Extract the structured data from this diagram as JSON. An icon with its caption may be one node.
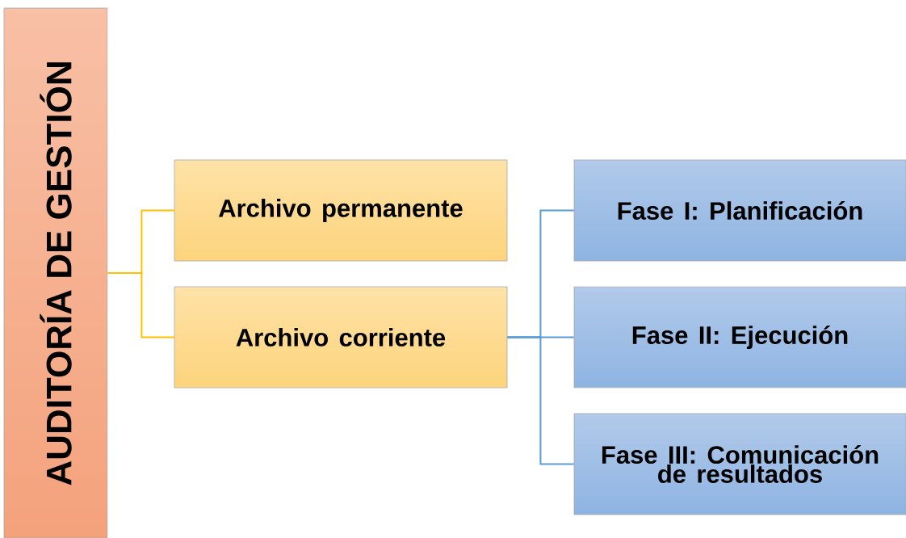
{
  "diagram": {
    "nodes": [
      {
        "text": [
          "AUDITORÍA DE GESTIÓN"
        ]
      },
      {
        "text": [
          "Archivo permanente"
        ]
      },
      {
        "text": [
          "Archivo corriente"
        ]
      },
      {
        "text": [
          "Fase I: Planificación"
        ]
      },
      {
        "text": [
          "Fase II: Ejecución"
        ]
      },
      {
        "text": [
          "Fase III: Comunicación de resultados"
        ]
      }
    ],
    "edges": [
      {
        "from": 0,
        "to": 1,
        "arrow": "none",
        "color": "#ffc000"
      },
      {
        "from": 0,
        "to": 2,
        "arrow": "none",
        "color": "#ffc000"
      },
      {
        "from": 2,
        "to": 3,
        "arrow": "none"
      },
      {
        "from": 2,
        "to": 4,
        "arrow": "none"
      },
      {
        "from": 2,
        "to": 5,
        "arrow": "none"
      }
    ]
  }
}
